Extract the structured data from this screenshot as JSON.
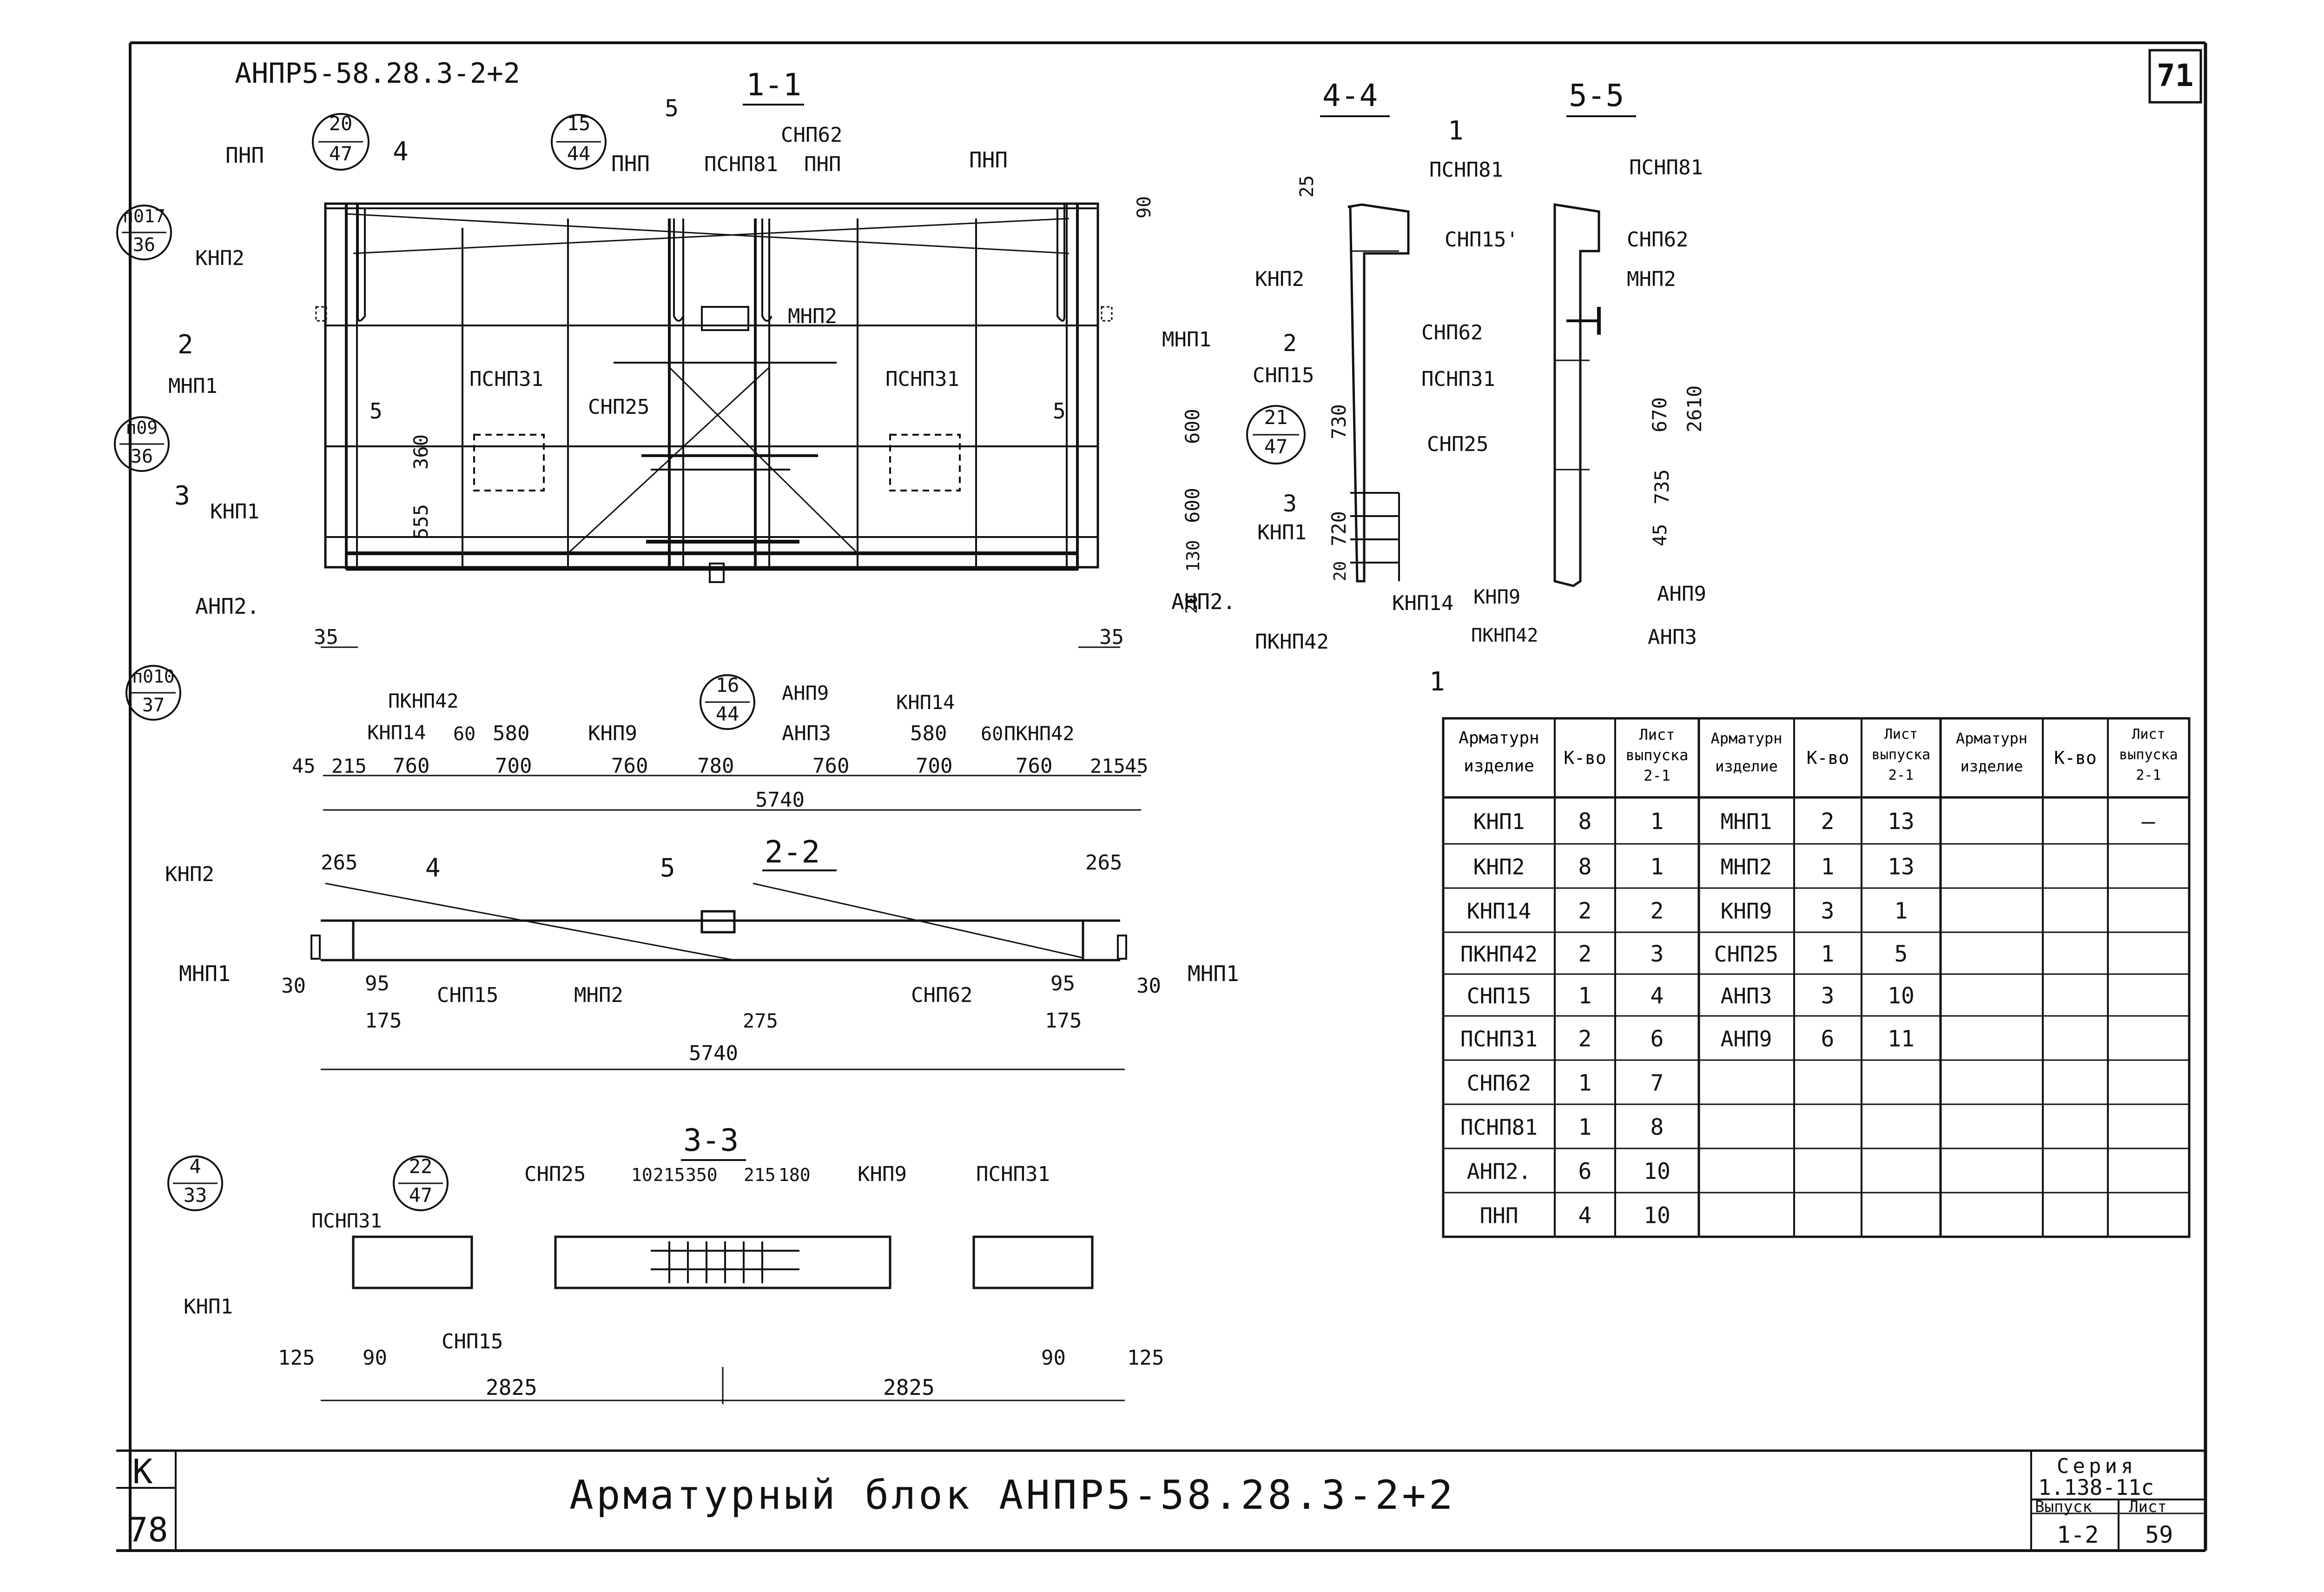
{
  "header": {
    "drawing_code": "АНПР5-58.28.3-2+2",
    "sheet_number": "71"
  },
  "sections": {
    "s11": "1-1",
    "s22": "2-2",
    "s33": "3-3",
    "s44": "4-4",
    "s55": "5-5"
  },
  "cut_marks": {
    "c1": "1",
    "c2": "2",
    "c3": "3",
    "c4": "4",
    "c5": "5"
  },
  "references": [
    {
      "num": "20",
      "den": "47"
    },
    {
      "num": "15",
      "den": "44"
    },
    {
      "num": "п017",
      "den": "36"
    },
    {
      "num": "п09",
      "den": "36"
    },
    {
      "num": "п010",
      "den": "37"
    },
    {
      "num": "16",
      "den": "44"
    },
    {
      "num": "21",
      "den": "47"
    },
    {
      "num": "4",
      "den": "33"
    },
    {
      "num": "22",
      "den": "47"
    }
  ],
  "labels": {
    "pnp": "ПНП",
    "knp2": "КНП2",
    "mnp1": "МНП1",
    "knp1": "КНП1",
    "anp2": "АНП2.",
    "psnp81": "ПСНП81",
    "snp62": "СНП62",
    "mnp2": "МНП2",
    "psnp31": "ПСНП31",
    "snp25": "СНП25",
    "pknp42": "ПКНП42",
    "knp14": "КНП14",
    "knp9": "КНП9",
    "anp9": "АНП9",
    "anp3": "АНП3",
    "snp15": "СНП15",
    "snp15q": "СНП15'"
  },
  "dims": {
    "section11": {
      "bottom": [
        "45",
        "215",
        "760",
        "700",
        "760",
        "780",
        "760",
        "700",
        "760",
        "215",
        "45"
      ],
      "upper": [
        "580",
        "60",
        "580",
        "60"
      ],
      "total": "5740",
      "d35": "35",
      "d90": "90",
      "d5": "5",
      "d555": "555",
      "d360": "360",
      "d600": "600",
      "d130": "130",
      "d20": "20"
    },
    "section22": {
      "d265": "265",
      "d30": "30",
      "d95": "95",
      "d175": "175",
      "d275": "275",
      "total": "5740"
    },
    "section33": {
      "top": [
        "10",
        "215",
        "350",
        "215",
        "180"
      ],
      "d125": "125",
      "d90": "90",
      "half": "2825"
    },
    "section44": {
      "d25": "25",
      "d730": "730",
      "d720": "720",
      "d20": "20"
    },
    "section55": {
      "d670": "670",
      "d735": "735",
      "d45": "45",
      "d2610": "2610"
    }
  },
  "table": {
    "headers": [
      "Арматурн изделие",
      "К-во",
      "Лист выпуска 2-1",
      "Арматурн изделие",
      "К-во",
      "Лист выпуска 2-1",
      "Арматурн изделие",
      "К-во",
      "Лист выпуска 2-1"
    ],
    "rows": [
      [
        "КНП1",
        "8",
        "1",
        "МНП1",
        "2",
        "13",
        "",
        "",
        "–"
      ],
      [
        "КНП2",
        "8",
        "1",
        "МНП2",
        "1",
        "13",
        "",
        "",
        ""
      ],
      [
        "КНП14",
        "2",
        "2",
        "КНП9",
        "3",
        "1",
        "",
        "",
        ""
      ],
      [
        "ПКНП42",
        "2",
        "3",
        "СНП25",
        "1",
        "5",
        "",
        "",
        ""
      ],
      [
        "СНП15",
        "1",
        "4",
        "АНП3",
        "3",
        "10",
        "",
        "",
        ""
      ],
      [
        "ПСНП31",
        "2",
        "6",
        "АНП9",
        "6",
        "11",
        "",
        "",
        ""
      ],
      [
        "СНП62",
        "1",
        "7",
        "",
        "",
        "",
        "",
        "",
        ""
      ],
      [
        "ПСНП81",
        "1",
        "8",
        "",
        "",
        "",
        "",
        "",
        ""
      ],
      [
        "АНП2.",
        "6",
        "10",
        "",
        "",
        "",
        "",
        "",
        ""
      ],
      [
        "ПНП",
        "4",
        "10",
        "",
        "",
        "",
        "",
        "",
        ""
      ]
    ]
  },
  "title_block": {
    "left_top": "К",
    "left_bottom": "78",
    "title": "Арматурный блок АНПР5-58.28.3-2+2",
    "series_label": "Серия",
    "series": "1.138-11с",
    "issue_label": "Выпуск",
    "issue": "1-2",
    "sheet_label": "Лист",
    "sheet": "59"
  }
}
